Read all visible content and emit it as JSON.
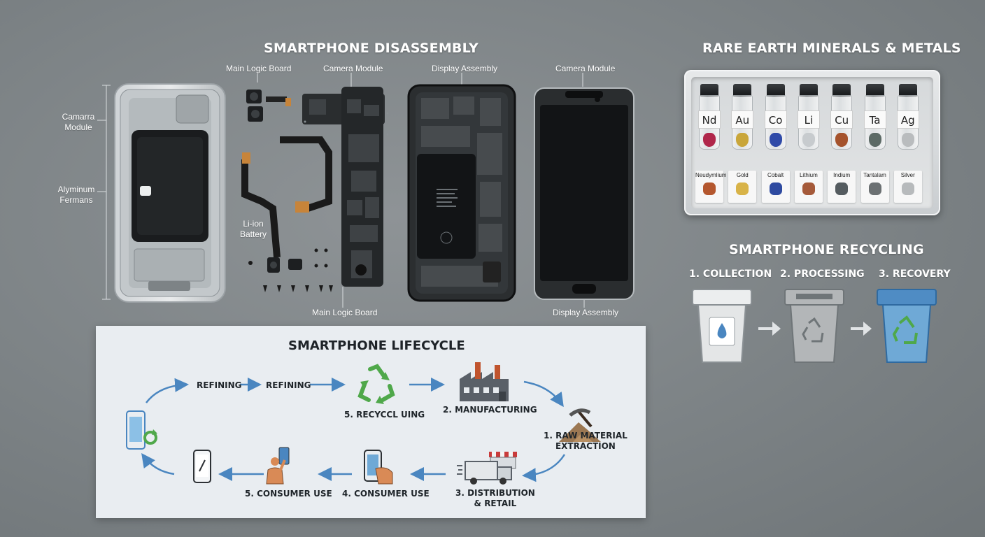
{
  "disassembly": {
    "title": "SMARTPHONE DISASSEMBLY",
    "labels": {
      "camera_module_left": "Camarra\nModule",
      "aluminum_frame": "Alyminum\nFermans",
      "main_logic_board_top": "Main Logic Board",
      "camera_module_top": "Camera Module",
      "display_assembly_top": "Display Assembly",
      "camera_module_right": "Camera Module",
      "li_ion_battery": "Li-ion\nBattery",
      "main_logic_board_bottom": "Main Logic Board",
      "display_assembly_bottom": "Display Assembly"
    }
  },
  "minerals": {
    "title": "RARE EARTH MINERALS & METALS",
    "vials": [
      {
        "symbol": "Nd",
        "sample_color": "#b0264a"
      },
      {
        "symbol": "Au",
        "sample_color": "#c9a63a"
      },
      {
        "symbol": "Co",
        "sample_color": "#2f4aa8"
      },
      {
        "symbol": "Li",
        "sample_color": "#c7cbce"
      },
      {
        "symbol": "Cu",
        "sample_color": "#a5532d"
      },
      {
        "symbol": "Ta",
        "sample_color": "#5c6a66"
      },
      {
        "symbol": "Ag",
        "sample_color": "#b9bcbe"
      }
    ],
    "cards": [
      {
        "name": "Neudymlium",
        "rock_color": "#b4572e"
      },
      {
        "name": "Gold",
        "rock_color": "#d8b348"
      },
      {
        "name": "Cobalt",
        "rock_color": "#2e4aa0"
      },
      {
        "name": "Lithium",
        "rock_color": "#a55a3a"
      },
      {
        "name": "Indium",
        "rock_color": "#555c60"
      },
      {
        "name": "Tantalam",
        "rock_color": "#6b7072"
      },
      {
        "name": "Silver",
        "rock_color": "#b7babc"
      }
    ]
  },
  "recycling": {
    "title": "SMARTPHONE RECYCLING",
    "steps": [
      {
        "label": "1. COLLECTION",
        "icon": "water-drop-icon",
        "bin_color": "#eceeef"
      },
      {
        "label": "2. PROCESSING",
        "icon": "recycle-icon",
        "bin_color": "#b3b6b8"
      },
      {
        "label": "3. RECOVERY",
        "icon": "recycle-icon",
        "bin_color": "#6fa9d6"
      }
    ]
  },
  "lifecycle": {
    "title": "SMARTPHONE LIFECYCLE",
    "nodes": {
      "refining_1": "REFINING",
      "refining_2": "REFINING",
      "recycling": "5. RECYCCL UING",
      "manufacturing": "2. MANUFACTURING",
      "raw_material": "1. RAW MATERIAL\nEXTRACTION",
      "distribution": "3. DISTRIBUTION\n& RETAIL",
      "consumer_use_4": "4. CONSUMER USE",
      "consumer_use_5": "5. CONSUMER USE"
    },
    "colors": {
      "arrow": "#4a86c0",
      "recycle_green": "#4fa84a"
    }
  }
}
